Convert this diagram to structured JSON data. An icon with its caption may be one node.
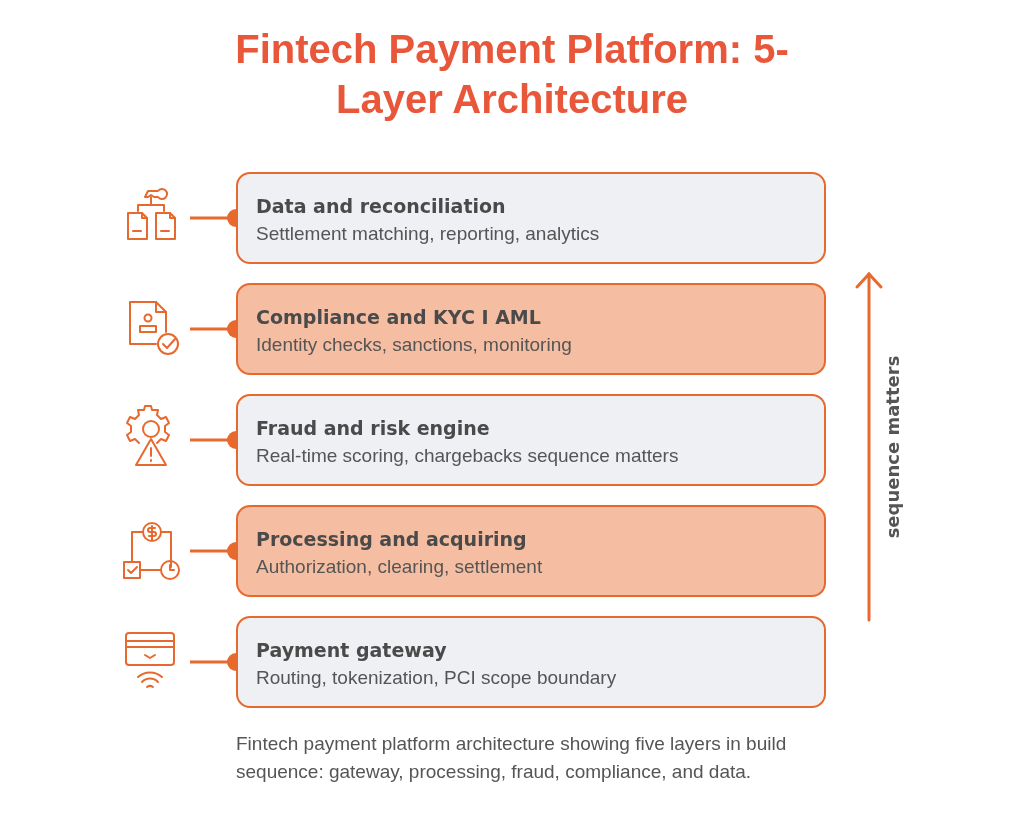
{
  "diagram": {
    "title": "Fintech Payment Platform: 5-Layer Architecture",
    "caption": "Fintech payment platform architecture showing five layers in build sequence: gateway, processing, fraud, compliance, and data.",
    "nodes": [
      {
        "text": [
          "Data and reconciliation",
          "Settlement matching, reporting, analytics"
        ]
      },
      {
        "text": [
          "Compliance and KYC I AML",
          "Identity checks, sanctions, monitoring"
        ]
      },
      {
        "text": [
          "Fraud and risk engine",
          "Real-time scoring, chargebacks sequence matters"
        ]
      },
      {
        "text": [
          "Processing and acquiring",
          "Authorization, clearing, settlement"
        ]
      },
      {
        "text": [
          "Payment gateway",
          "Routing, tokenization, PCI scope boundary"
        ]
      },
      {
        "text": [],
        "shape": "picture"
      },
      {
        "text": [],
        "shape": "picture"
      },
      {
        "text": [],
        "shape": "picture"
      },
      {
        "text": [],
        "shape": "picture"
      },
      {
        "text": [],
        "shape": "picture"
      }
    ],
    "edges": [
      {
        "from": 5,
        "to": 0,
        "arrow": "other"
      },
      {
        "from": 6,
        "to": 1,
        "arrow": "other"
      },
      {
        "from": 7,
        "to": 2,
        "arrow": "other"
      },
      {
        "from": 8,
        "to": 3,
        "arrow": "other"
      },
      {
        "from": 9,
        "to": 4,
        "arrow": "other"
      }
    ],
    "labels": [
      "sequence matters"
    ]
  }
}
